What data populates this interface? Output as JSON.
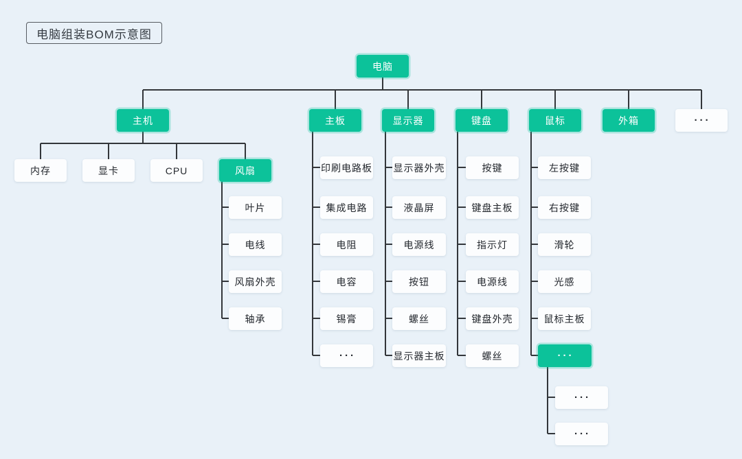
{
  "title": "电脑组装BOM示意图",
  "colors": {
    "accent_green": "#0cc29a",
    "background": "#e9f1f8",
    "connector_line": "#33363a",
    "node_white": "#fcfdfe",
    "text_dark": "#23272d",
    "text_on_green": "#ffffff"
  },
  "nodes": {
    "root": "电脑",
    "level2": [
      "主机",
      "主板",
      "显示器",
      "键盘",
      "鼠标",
      "外箱",
      "···"
    ],
    "host_children": [
      "内存",
      "显卡",
      "CPU",
      "风扇"
    ],
    "fan_children": [
      "叶片",
      "电线",
      "风扇外壳",
      "轴承"
    ],
    "mainboard_children": [
      "印刷电路板",
      "集成电路",
      "电阻",
      "电容",
      "锡膏",
      "···"
    ],
    "monitor_children": [
      "显示器外壳",
      "液晶屏",
      "电源线",
      "按钮",
      "螺丝",
      "显示器主板"
    ],
    "keyboard_children": [
      "按键",
      "键盘主板",
      "指示灯",
      "电源线",
      "键盘外壳",
      "螺丝"
    ],
    "mouse_children": [
      "左按键",
      "右按键",
      "滑轮",
      "光感",
      "鼠标主板",
      "···"
    ],
    "mouse_more_children": [
      "···",
      "···"
    ]
  }
}
